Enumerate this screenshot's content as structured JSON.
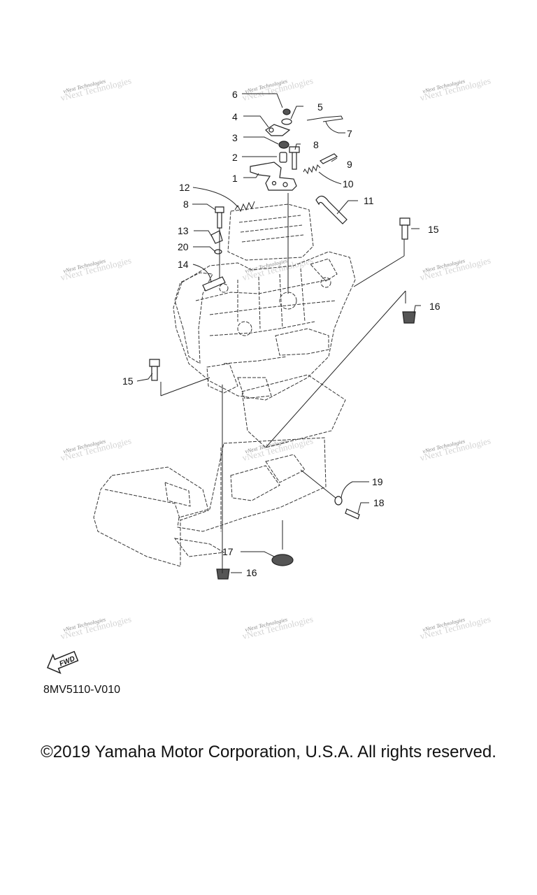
{
  "watermark": "vNext Technologies",
  "diagram_code": "8MV5110-V010",
  "fwd_label": "FWD",
  "copyright": "©2019 Yamaha Motor Corporation, U.S.A. All rights reserved.",
  "callouts": [
    "1",
    "2",
    "3",
    "4",
    "5",
    "6",
    "7",
    "8",
    "8",
    "9",
    "10",
    "11",
    "12",
    "13",
    "14",
    "15",
    "15",
    "16",
    "16",
    "17",
    "18",
    "19",
    "20"
  ]
}
